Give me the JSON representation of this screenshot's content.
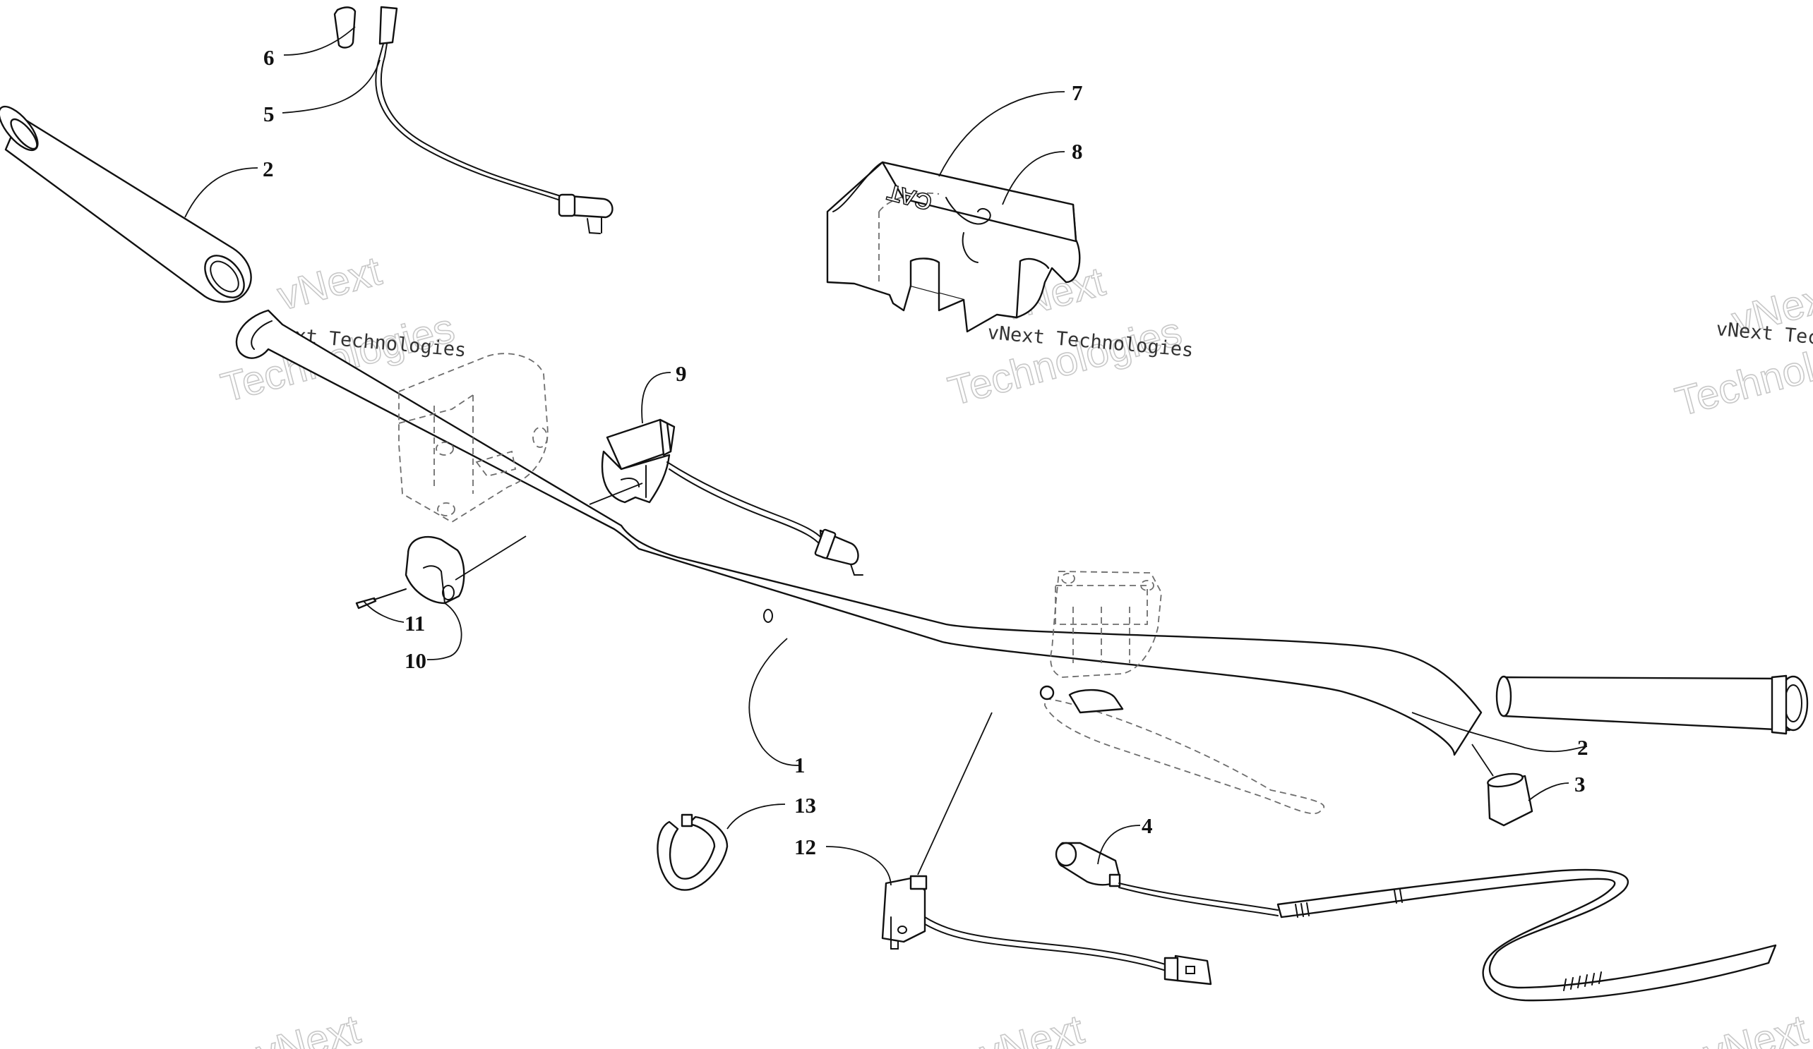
{
  "diagram": {
    "callouts": [
      {
        "id": "c1",
        "label": "1"
      },
      {
        "id": "c2a",
        "label": "2"
      },
      {
        "id": "c2b",
        "label": "2"
      },
      {
        "id": "c3",
        "label": "3"
      },
      {
        "id": "c4",
        "label": "4"
      },
      {
        "id": "c5",
        "label": "5"
      },
      {
        "id": "c6",
        "label": "6"
      },
      {
        "id": "c7",
        "label": "7"
      },
      {
        "id": "c8",
        "label": "8"
      },
      {
        "id": "c9",
        "label": "9"
      },
      {
        "id": "c10",
        "label": "10"
      },
      {
        "id": "c11",
        "label": "11"
      },
      {
        "id": "c12",
        "label": "12"
      },
      {
        "id": "c13",
        "label": "13"
      }
    ],
    "cover_logo": "CAT"
  },
  "watermark": {
    "big_line1": "vNext",
    "big_line2": "Technologies",
    "small": "vNext Technologies",
    "small_partial": "vNext Tec"
  },
  "colors": {
    "ink": "#111111",
    "hidden_line": "#6d6d6d",
    "watermark_outline": "#c8c8c8"
  }
}
